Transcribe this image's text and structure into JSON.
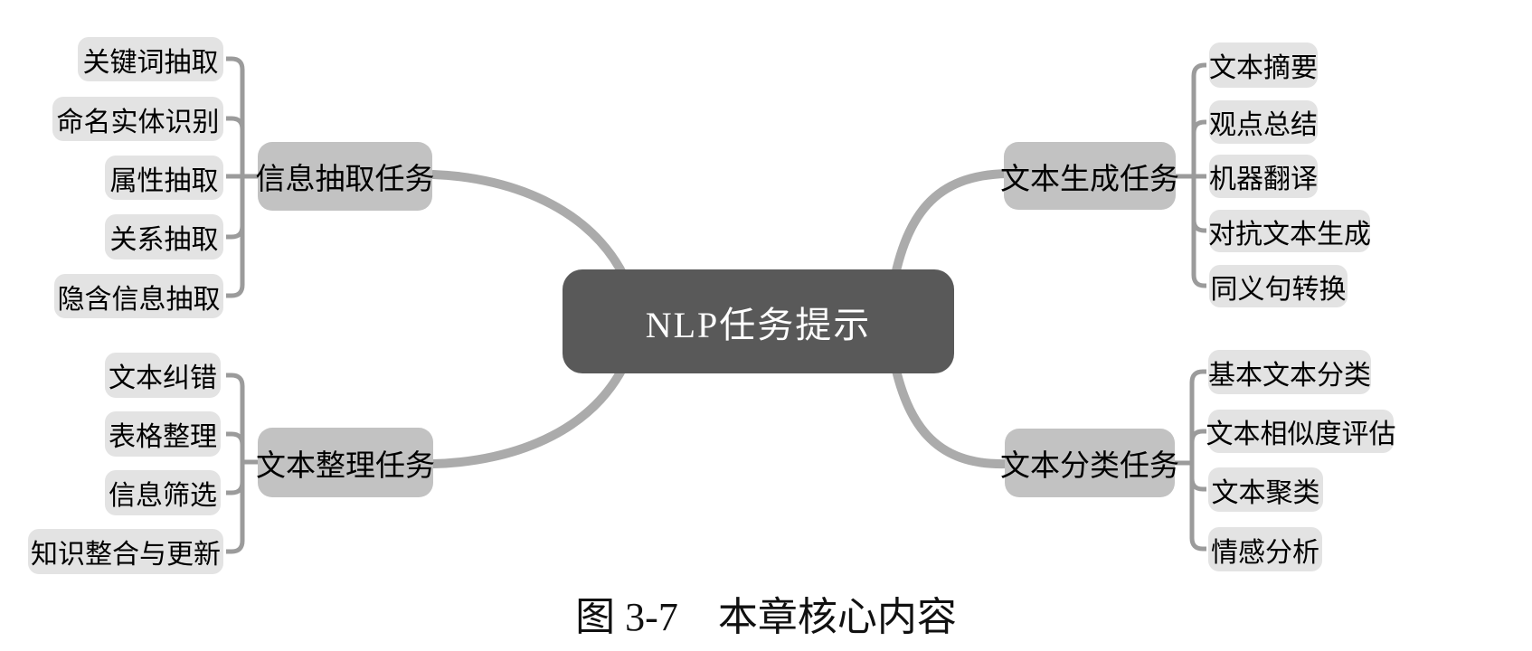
{
  "figure": {
    "center_label": "NLP任务提示",
    "branches": [
      {
        "label": "信息抽取任务",
        "position": "top-left",
        "children": [
          "关键词抽取",
          "命名实体识别",
          "属性抽取",
          "关系抽取",
          "隐含信息抽取"
        ]
      },
      {
        "label": "文本整理任务",
        "position": "bottom-left",
        "children": [
          "文本纠错",
          "表格整理",
          "信息筛选",
          "知识整合与更新"
        ]
      },
      {
        "label": "文本生成任务",
        "position": "top-right",
        "children": [
          "文本摘要",
          "观点总结",
          "机器翻译",
          "对抗文本生成",
          "同义句转换"
        ]
      },
      {
        "label": "文本分类任务",
        "position": "bottom-right",
        "children": [
          "基本文本分类",
          "文本相似度评估",
          "文本聚类",
          "情感分析"
        ]
      }
    ],
    "caption": "图 3-7　本章核心内容"
  },
  "colors": {
    "center_bg": "#595959",
    "center_text": "#ffffff",
    "branch_bg": "#c2c2c2",
    "child_bg": "#e3e3e3",
    "thin_connector": "#9b9b9b",
    "thick_curve": "#ababab",
    "background": "#ffffff"
  }
}
